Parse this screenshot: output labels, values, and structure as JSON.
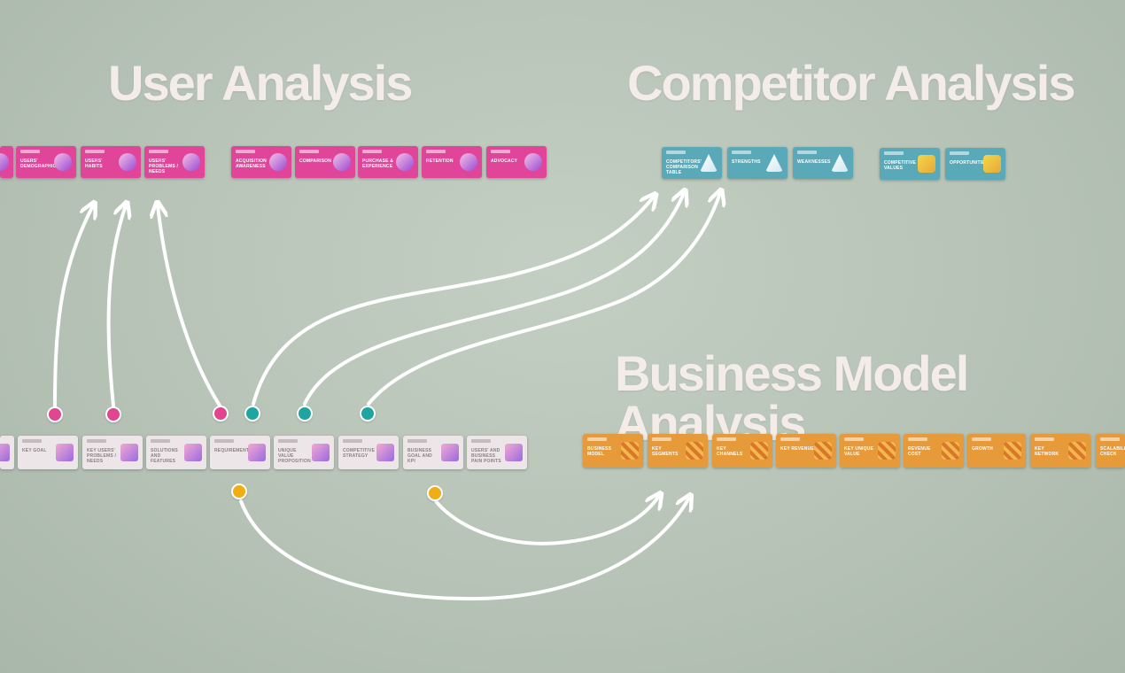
{
  "headings": {
    "user": "User Analysis",
    "competitor": "Competitor Analysis",
    "business": "Business Model Analysis"
  },
  "colors": {
    "background": "#b9c6b9",
    "heading": "#f3ece8",
    "pink": "#e0459a",
    "teal": "#5aa9b8",
    "orange": "#e69a3a",
    "white_card": "#ece6e8",
    "dot_pink": "#e0458f",
    "dot_teal": "#1fa5a0",
    "dot_yellow": "#f0ad14",
    "arrow": "#ffffff"
  },
  "cards": {
    "user": [
      "",
      "Users' Demographics",
      "Users' Habits",
      "Users' Problems / Needs",
      "Acquisition Awareness",
      "Comparison",
      "Purchase & Experience",
      "Retention",
      "Advocacy"
    ],
    "competitor": [
      "Competitors' Comparison Table",
      "Strengths",
      "Weaknesses",
      "Competitive Values",
      "Opportunities"
    ],
    "middle": [
      "",
      "Key Goal",
      "Key Users' Problems / Needs",
      "Solutions and Features",
      "Requirements",
      "Unique Value Proposition",
      "Competitive Strategy",
      "Business Goal and KPI",
      "Users' and Business Pain Points"
    ],
    "business": [
      "Business Model",
      "Key Segments",
      "Key Channels",
      "Key Revenue",
      "Key Unique Value",
      "Revenue Cost",
      "Growth",
      "Key Network",
      "Scalability Check"
    ]
  },
  "dots": {
    "pink": 3,
    "teal": 3,
    "yellow": 2
  }
}
